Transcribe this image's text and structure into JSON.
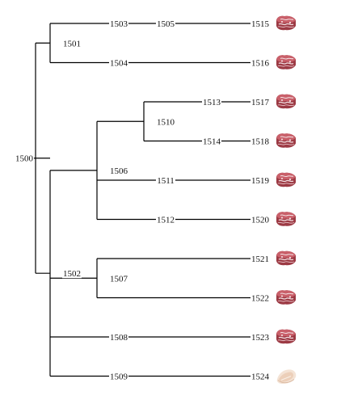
{
  "tree": {
    "root": "1500",
    "nodes": [
      {
        "id": "1500",
        "label": "1500"
      },
      {
        "id": "1501",
        "label": "1501",
        "parent": "1500"
      },
      {
        "id": "1502",
        "label": "1502",
        "parent": "1500"
      },
      {
        "id": "1503",
        "label": "1503",
        "parent": "1501"
      },
      {
        "id": "1504",
        "label": "1504",
        "parent": "1501"
      },
      {
        "id": "1505",
        "label": "1505",
        "parent": "1503"
      },
      {
        "id": "1515",
        "label": "1515",
        "parent": "1505",
        "icon": "raw-meat-marbled-icon"
      },
      {
        "id": "1516",
        "label": "1516",
        "parent": "1504",
        "icon": "raw-meat-marbled-icon"
      },
      {
        "id": "1506",
        "label": "1506",
        "parent": "1502"
      },
      {
        "id": "1507",
        "label": "1507",
        "parent": "1502"
      },
      {
        "id": "1508",
        "label": "1508",
        "parent": "1502"
      },
      {
        "id": "1509",
        "label": "1509",
        "parent": "1502"
      },
      {
        "id": "1510",
        "label": "1510",
        "parent": "1506"
      },
      {
        "id": "1511",
        "label": "1511",
        "parent": "1506"
      },
      {
        "id": "1512",
        "label": "1512",
        "parent": "1506"
      },
      {
        "id": "1513",
        "label": "1513",
        "parent": "1510"
      },
      {
        "id": "1514",
        "label": "1514",
        "parent": "1510"
      },
      {
        "id": "1517",
        "label": "1517",
        "parent": "1513",
        "icon": "raw-meat-marbled-icon"
      },
      {
        "id": "1518",
        "label": "1518",
        "parent": "1514",
        "icon": "raw-meat-marbled-icon"
      },
      {
        "id": "1519",
        "label": "1519",
        "parent": "1511",
        "icon": "raw-meat-marbled-icon"
      },
      {
        "id": "1520",
        "label": "1520",
        "parent": "1512",
        "icon": "raw-meat-marbled-icon"
      },
      {
        "id": "1521",
        "label": "1521",
        "parent": "1507",
        "icon": "raw-meat-marbled-icon"
      },
      {
        "id": "1522",
        "label": "1522",
        "parent": "1507",
        "icon": "raw-meat-marbled-icon"
      },
      {
        "id": "1523",
        "label": "1523",
        "parent": "1508",
        "icon": "raw-meat-marbled-icon"
      },
      {
        "id": "1524",
        "label": "1524",
        "parent": "1509",
        "icon": "fat-trimmed-meat-icon"
      }
    ]
  }
}
